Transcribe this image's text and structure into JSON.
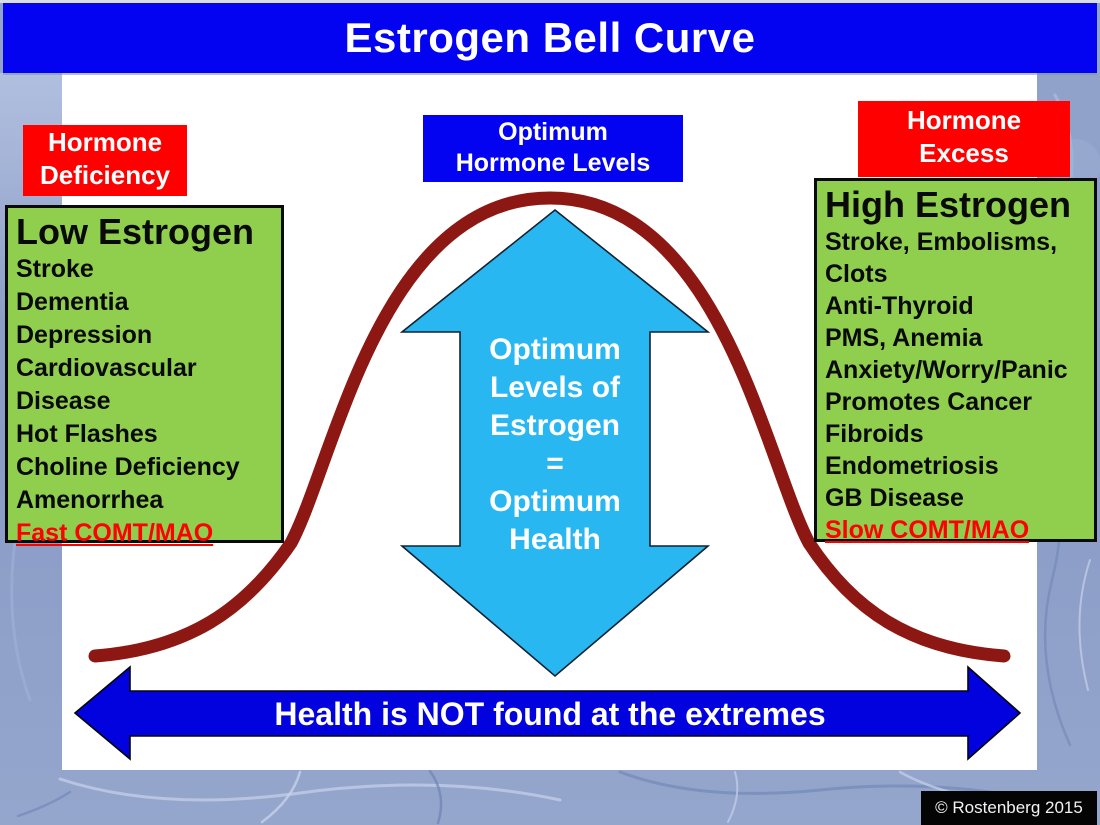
{
  "title": "Estrogen Bell Curve",
  "labels": {
    "deficiency": {
      "line1": "Hormone",
      "line2": "Deficiency"
    },
    "optimum": {
      "line1": "Optimum",
      "line2": "Hormone Levels"
    },
    "excess": {
      "line1": "Hormone",
      "line2": "Excess"
    }
  },
  "low_box": {
    "title": "Low Estrogen",
    "items": [
      "Stroke",
      "Dementia",
      "Depression",
      "Cardiovascular Disease",
      "Hot Flashes",
      "Choline Deficiency",
      "Amenorrhea"
    ],
    "highlight": "Fast COMT/MAO"
  },
  "high_box": {
    "title": "High Estrogen",
    "items": [
      "Stroke, Embolisms, Clots",
      "Anti-Thyroid",
      "PMS, Anemia",
      "Anxiety/Worry/Panic",
      "Promotes Cancer",
      "Fibroids",
      "Endometriosis",
      "GB Disease"
    ],
    "highlight": "Slow COMT/MAO"
  },
  "center_arrow": {
    "lines": [
      "Optimum",
      "Levels of",
      "Estrogen",
      "=",
      "Optimum",
      "Health"
    ]
  },
  "bottom_arrow": {
    "text": "Health is NOT found at the extremes"
  },
  "copyright": "© Rostenberg 2015",
  "colors": {
    "title_blue": "#0303f2",
    "label_red": "#fe0000",
    "box_green": "#90ce4e",
    "curve_maroon": "#8d1712",
    "arrow_cyan": "#29b7f2",
    "arrow_blue": "#0202df",
    "background_periwinkle": "#8a9cc6"
  }
}
